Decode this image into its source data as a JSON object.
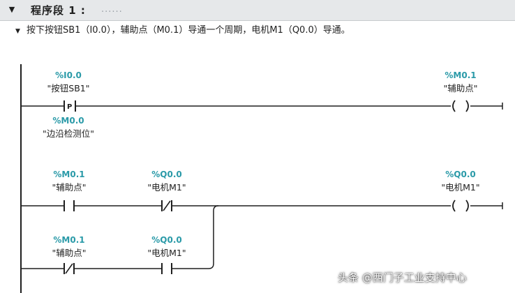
{
  "network": {
    "collapse_glyph": "▼",
    "title": "程序段 1 :",
    "title_placeholder": "......",
    "comment_glyph": "▼",
    "comment": "按下按钮SB1（I0.0），辅助点（M0.1）导通一个周期，电机M1（Q0.0）导通。"
  },
  "rungs": {
    "rung1": {
      "input": {
        "address": "%I0.0",
        "name": "\"按钮SB1\"",
        "contact_letter": "P",
        "edge_address": "%M0.0",
        "edge_name": "\"边沿检测位\""
      },
      "coil": {
        "address": "%M0.1",
        "name": "\"辅助点\""
      }
    },
    "rung2": {
      "contact1": {
        "address": "%M0.1",
        "name": "\"辅助点\""
      },
      "contact2": {
        "address": "%Q0.0",
        "name": "\"电机M1\""
      },
      "coil": {
        "address": "%Q0.0",
        "name": "\"电机M1\""
      }
    },
    "rung3": {
      "contact1": {
        "address": "%M0.1",
        "name": "\"辅助点\""
      },
      "contact2": {
        "address": "%Q0.0",
        "name": "\"电机M1\""
      }
    }
  },
  "watermark": "头条 @西门子工业支持中心",
  "colors": {
    "address": "#2a9aa8",
    "wire": "#1f1f1f",
    "header_bg": "#e6e8ea"
  }
}
